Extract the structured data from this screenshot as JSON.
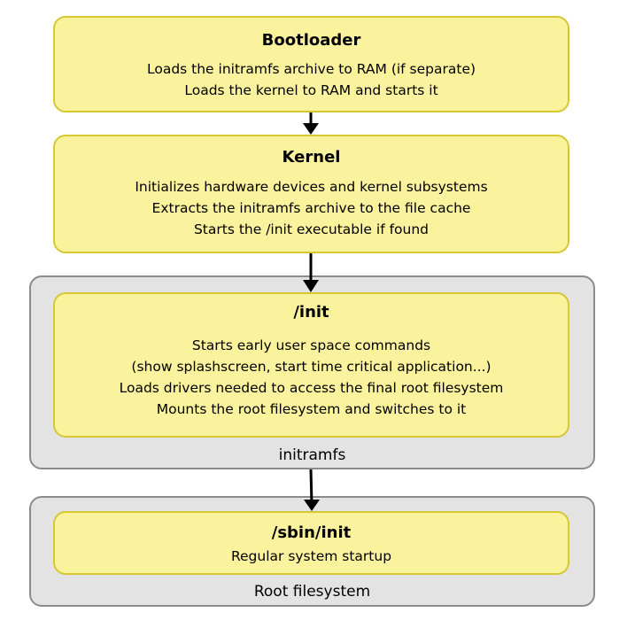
{
  "stages": [
    {
      "title": "Bootloader",
      "lines": [
        "Loads the initramfs archive to RAM (if separate)",
        "Loads the kernel to RAM and starts it"
      ]
    },
    {
      "title": "Kernel",
      "lines": [
        "Initializes hardware devices and kernel subsystems",
        "Extracts the initramfs archive to the file cache",
        "Starts the /init executable if found"
      ]
    },
    {
      "title": "/init",
      "lines": [
        "Starts early user space commands",
        "(show splashscreen, start time critical application...)",
        "Loads drivers needed to access the final root filesystem",
        "Mounts the root filesystem and switches to it"
      ]
    },
    {
      "title": "/sbin/init",
      "lines": [
        "Regular system startup"
      ]
    }
  ],
  "containers": {
    "initramfs": "initramfs",
    "root_filesystem": "Root filesystem"
  },
  "colors": {
    "box_fill": "#fbf29d",
    "box_border": "#d6c832",
    "container_fill": "#e3e3e3",
    "container_border": "#8c8c8c"
  }
}
